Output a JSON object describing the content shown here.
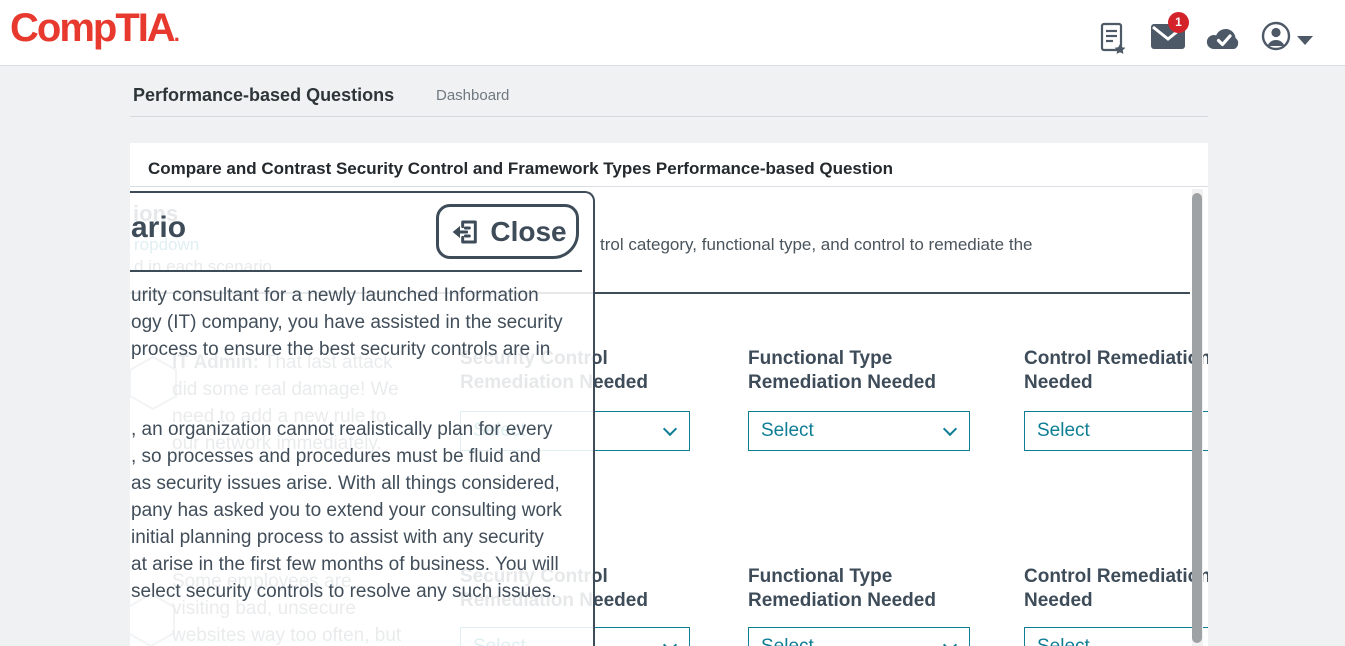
{
  "header": {
    "logo_text": "CompTIA",
    "logo_mark": ".",
    "mail_badge_count": "1"
  },
  "breadcrumb": {
    "page_title": "Performance-based Questions",
    "link_label": "Dashboard"
  },
  "question": {
    "title": "Compare and Contrast Security Control and Framework Types Performance-based Question"
  },
  "background_content": {
    "instructions_heading_fragment": "ions",
    "instructions_dropdown_fragment": "ropdown",
    "instructions_line2_fragment": "d in each scenario.",
    "instructions_visible_fragment": "trol category, functional type, and control to remediate the",
    "bubble_it_admin": {
      "speaker": "IT Admin:",
      "line1_rest": " That last attack",
      "line2": "did some real damage! We",
      "line3": "need to add a new rule to",
      "line4": "our network immediately."
    },
    "bubble_employee": {
      "line1": "Some employees are",
      "line2": "visiting bad, unsecure",
      "line3": "websites way too often, but"
    },
    "columns": [
      {
        "label_line1": "Security Control",
        "label_line2": "Remediation Needed",
        "select_label": "Select"
      },
      {
        "label_line1": "Functional Type",
        "label_line2": "Remediation Needed",
        "select_label": "Select"
      },
      {
        "label_line1": "Control Remediation",
        "label_line2": "Needed",
        "select_label": "Select"
      }
    ]
  },
  "modal": {
    "heading_fragment": "ario",
    "close_label": "Close",
    "paragraph1_lines": [
      "urity consultant for a newly launched Information",
      "ogy (IT) company, you have assisted in the security",
      "process to ensure the best security controls are in"
    ],
    "paragraph2_lines": [
      ", an organization cannot realistically plan for every",
      ", so processes and procedures must be fluid and",
      "as security issues arise. With all things considered,",
      "pany has asked you to extend your consulting work",
      "initial planning process to assist with any security",
      "at arise in the first few months of business. You will",
      "select security controls to resolve any such issues."
    ]
  },
  "colors": {
    "brand_red": "#e8392f",
    "dark_slate": "#3e4c59",
    "teal": "#0f7e95",
    "badge_red": "#d3222a"
  }
}
